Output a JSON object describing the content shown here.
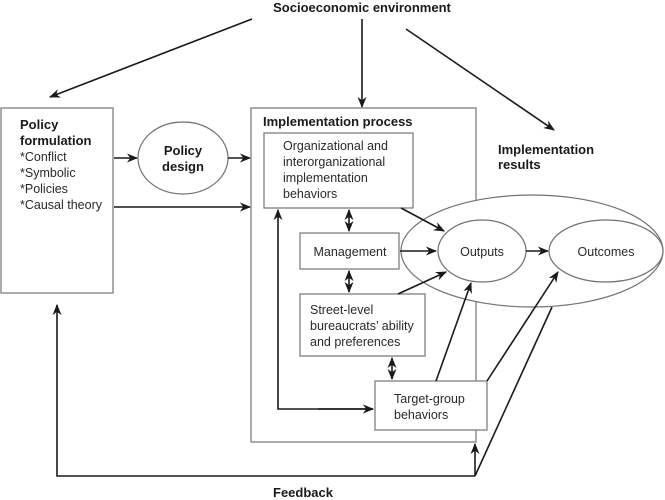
{
  "title": "Socioeconomic environment",
  "policy_formulation": {
    "heading": [
      "Policy",
      "formulation"
    ],
    "items": [
      "*Conflict",
      "*Symbolic",
      "*Policies",
      "*Causal theory"
    ]
  },
  "policy_design": [
    "Policy",
    "design"
  ],
  "implementation_process": {
    "heading": "Implementation process",
    "org_behaviors": [
      "Organizational and",
      "interorganizational",
      "implementation",
      "behaviors"
    ],
    "management": "Management",
    "street_level": [
      "Street-level",
      "bureaucrats’ ability",
      "and preferences"
    ],
    "target_group": [
      "Target-group",
      "behaviors"
    ]
  },
  "implementation_results": {
    "heading": [
      "Implementation",
      "results"
    ],
    "outputs": "Outputs",
    "outcomes": "Outcomes"
  },
  "feedback": "Feedback"
}
